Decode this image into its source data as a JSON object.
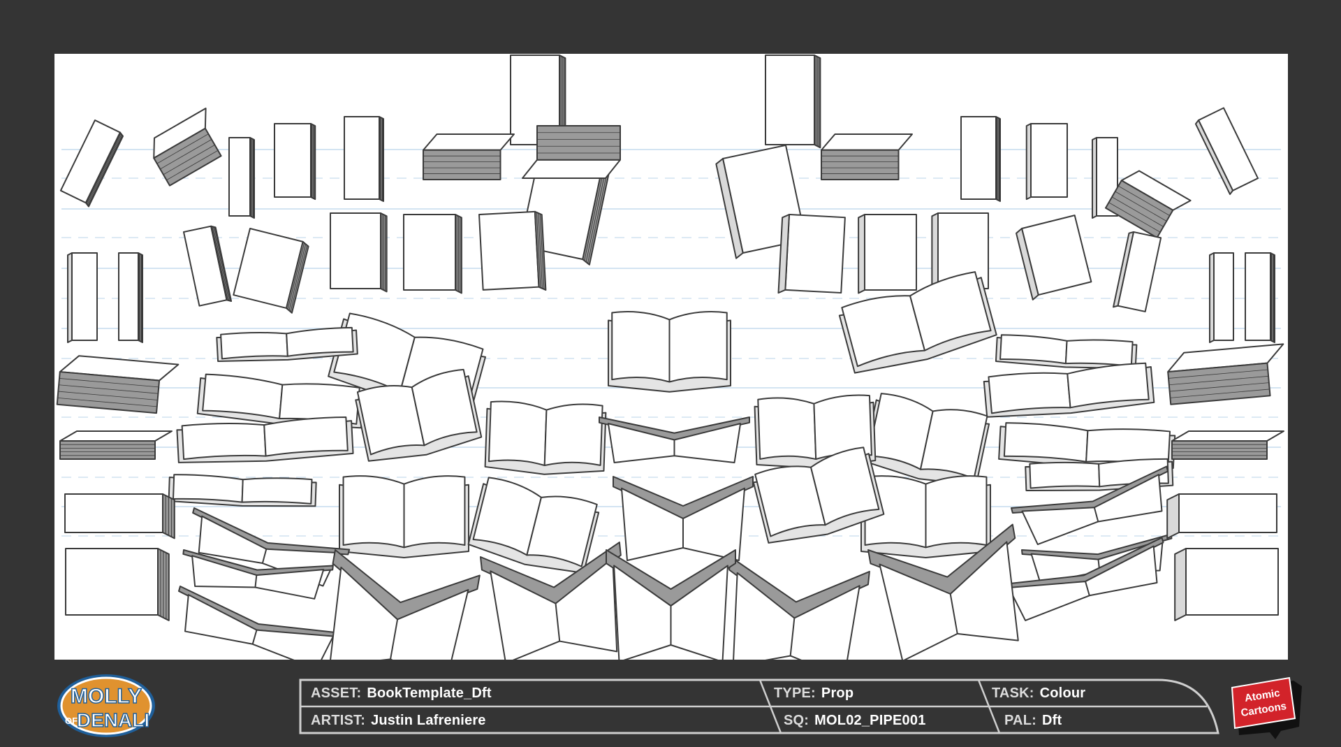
{
  "show": {
    "logo_line1": "MOLLY",
    "logo_line2_a": "OF",
    "logo_line2_b": "DENALI"
  },
  "studio": {
    "logo_line1": "Atomic",
    "logo_line2": "Cartoons"
  },
  "info": {
    "asset": {
      "label": "ASSET:",
      "value": "BookTemplate_Dft"
    },
    "type": {
      "label": "TYPE:",
      "value": "Prop"
    },
    "task": {
      "label": "TASK:",
      "value": "Colour"
    },
    "artist": {
      "label": "ARTIST:",
      "value": "Justin Lafreniere"
    },
    "sq": {
      "label": "SQ:",
      "value": "MOL02_PIPE001"
    },
    "pal": {
      "label": "PAL:",
      "value": "Dft"
    }
  },
  "colors": {
    "background": "#343434",
    "sheet": "#ffffff",
    "guide_line": "#b9d3ea",
    "line_art": "#3a3a3a",
    "frame": "#cfcfcf",
    "logo_orange": "#e0922f",
    "logo_blue": "#2e8fd6",
    "studio_red": "#d2232a"
  }
}
